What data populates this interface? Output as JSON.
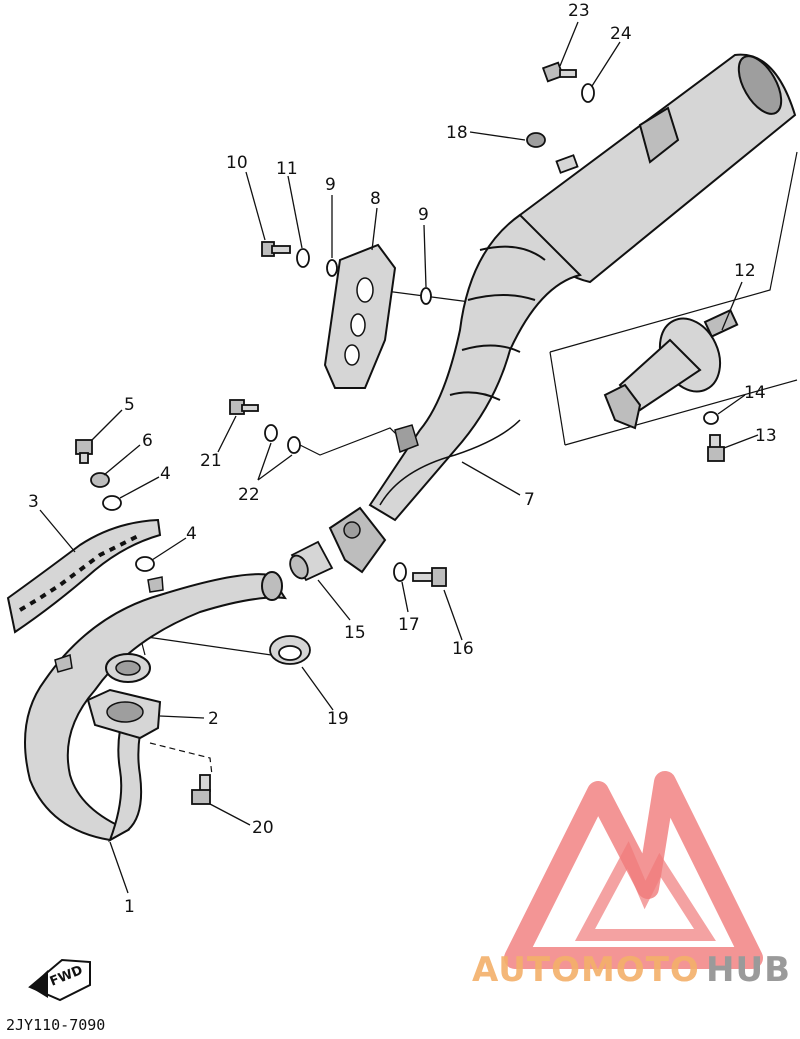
{
  "diagram": {
    "callouts": {
      "c1": "1",
      "c2": "2",
      "c3": "3",
      "c4a": "4",
      "c4b": "4",
      "c5": "5",
      "c6": "6",
      "c7": "7",
      "c8": "8",
      "c9a": "9",
      "c9b": "9",
      "c10": "10",
      "c11": "11",
      "c12": "12",
      "c13": "13",
      "c14": "14",
      "c15": "15",
      "c16": "16",
      "c17": "17",
      "c18": "18",
      "c19": "19",
      "c20": "20",
      "c21": "21",
      "c22": "22",
      "c23": "23",
      "c24": "24"
    },
    "fwd_label": "FWD",
    "diagram_code": "2JY110-7090"
  },
  "watermark": {
    "brand_part1": "AUTOMOTO",
    "brand_part2": "HUB",
    "colors": {
      "logo": "#f07a7a",
      "part1": "#f3b06a",
      "part2": "#9a9a9a"
    }
  },
  "colors": {
    "line": "#111111",
    "body_fill": "#d6d6d6",
    "dark_fill": "#9e9e9e"
  }
}
